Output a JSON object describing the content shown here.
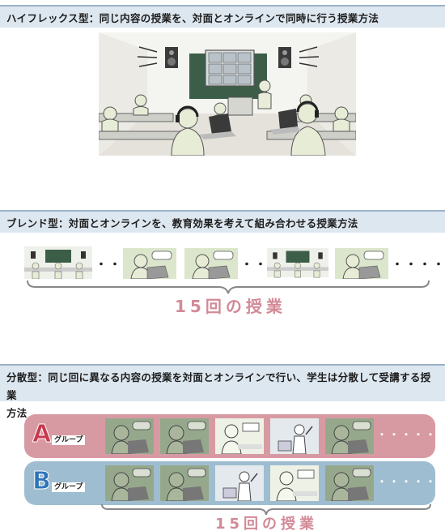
{
  "sections": [
    {
      "id": "hyflex",
      "heading": "ハイフレックス型：同じ内容の授業を、対面とオンラインで同時に行う授業方法"
    },
    {
      "id": "blend",
      "heading": "ブレンド型：対面とオンラインを、教育効果を考えて組み合わせる授業方法",
      "sequence": [
        "classroom",
        "...",
        "online",
        "online",
        "...",
        "classroom",
        "online",
        "...."
      ],
      "ellipsis_short": "・・・",
      "ellipsis_long": "・・・・",
      "total_label": "15回の授業"
    },
    {
      "id": "distributed",
      "heading_line1": "分散型：同じ回に異なる内容の授業を対面とオンラインで行い、学生は分散して受講する授業",
      "heading_line2": "方法",
      "groups": [
        {
          "letter": "A",
          "suffix": "グループ",
          "color": "#d89aa2",
          "letter_color": "#c8394d",
          "cells": [
            "online",
            "online",
            "classroom-student",
            "classroom-teacher",
            "online"
          ],
          "trailing": "・・・・・"
        },
        {
          "letter": "B",
          "suffix": "グループ",
          "color": "#9fbdd0",
          "letter_color": "#2d74b8",
          "cells": [
            "online",
            "online",
            "classroom-teacher",
            "classroom-student",
            "online"
          ],
          "trailing": "・・・・・"
        }
      ],
      "total_label": "15回の授業"
    }
  ],
  "icons": {
    "speaker": "speaker-icon",
    "headset": "headset-icon",
    "laptop": "laptop-icon",
    "speech_bubble": "speech-bubble-icon"
  },
  "colors": {
    "band_bg": "#dde7f0",
    "band_border": "#9cb2c8",
    "total_text": "#d28a97",
    "group_a": "#d89aa2",
    "group_b": "#9fbdd0"
  }
}
